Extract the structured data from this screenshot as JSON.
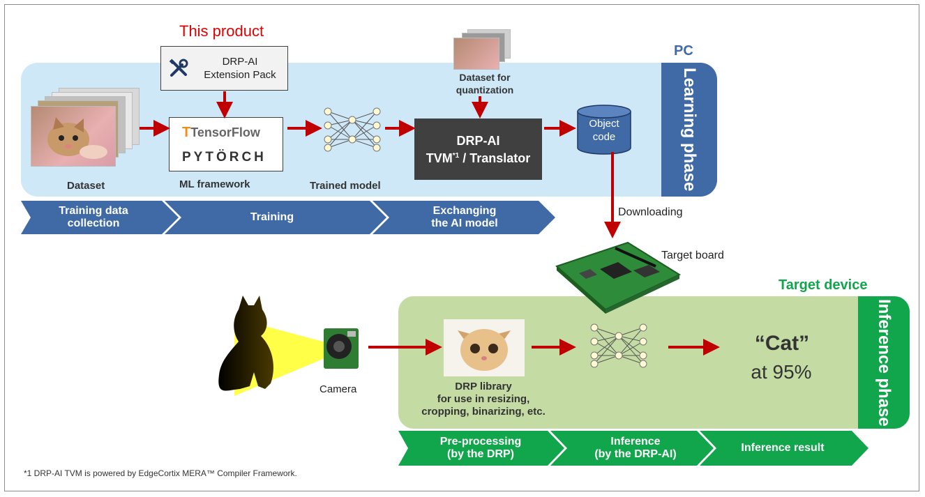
{
  "product_label": "This product",
  "pc_label": "PC",
  "learning_phase": "Learning phase",
  "ext_pack": {
    "line1": "DRP-AI",
    "line2": "Extension Pack"
  },
  "tensorflow": "TensorFlow",
  "pytorch": "PYTÖRCH",
  "translator": {
    "line1": "DRP-AI",
    "line2_a": "TVM",
    "line2_sup": "*1",
    "line2_b": " / Translator"
  },
  "quant_dataset": {
    "line1": "Dataset for",
    "line2": "quantization"
  },
  "object_code": {
    "line1": "Object",
    "line2": "code"
  },
  "labels": {
    "dataset": "Dataset",
    "ml_framework": "ML framework",
    "trained_model": "Trained model"
  },
  "learning_steps": [
    {
      "line1": "Training data",
      "line2": "collection"
    },
    {
      "line1": "Training",
      "line2": ""
    },
    {
      "line1": "Exchanging",
      "line2": "the AI model"
    }
  ],
  "downloading": "Downloading",
  "target_board": "Target board",
  "target_device": "Target device",
  "inference_phase": "Inference phase",
  "camera": "Camera",
  "drp_library": {
    "line1": "DRP library",
    "line2": "for use in resizing,",
    "line3": "cropping, binarizing, etc."
  },
  "result": {
    "word": "“Cat”",
    "confidence": "at 95%"
  },
  "inference_steps": [
    {
      "line1": "Pre-processing",
      "line2": "(by the DRP)"
    },
    {
      "line1": "Inference",
      "line2": "(by the DRP-AI)"
    },
    {
      "line1": "Inference result",
      "line2": ""
    }
  ],
  "footnote": "*1 DRP-AI TVM is powered by EdgeCortix MERA™ Compiler Framework.",
  "colors": {
    "blue": "#3f6aa6",
    "green": "#12a64c",
    "red_arrow": "#c00000",
    "light_blue": "#cfe8f8",
    "light_green": "#c4dca4"
  }
}
